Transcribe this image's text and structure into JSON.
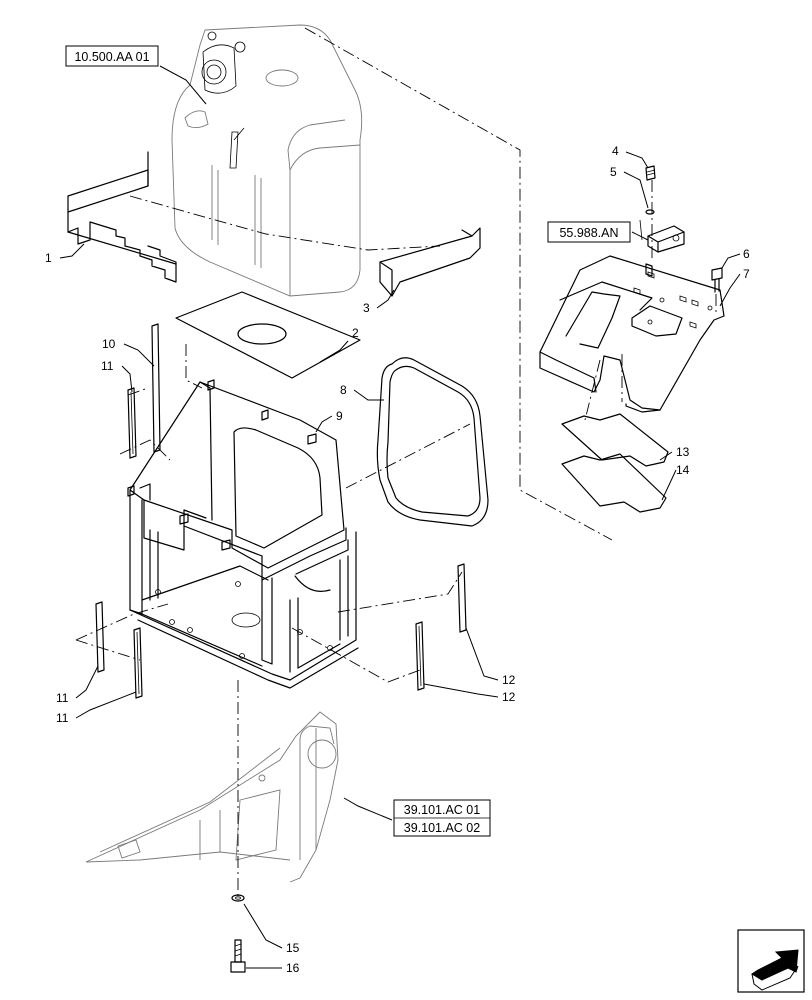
{
  "references": {
    "tank": "10.500.AA 01",
    "valve": "55.988.AN",
    "frame_top": "39.101.AC 01",
    "frame_bottom": "39.101.AC 02"
  },
  "callouts": [
    "1",
    "2",
    "3",
    "4",
    "5",
    "6",
    "7",
    "8",
    "9",
    "10",
    "11",
    "11",
    "11",
    "12",
    "12",
    "13",
    "14",
    "15",
    "16"
  ],
  "nav_icon": "arrow-icon"
}
